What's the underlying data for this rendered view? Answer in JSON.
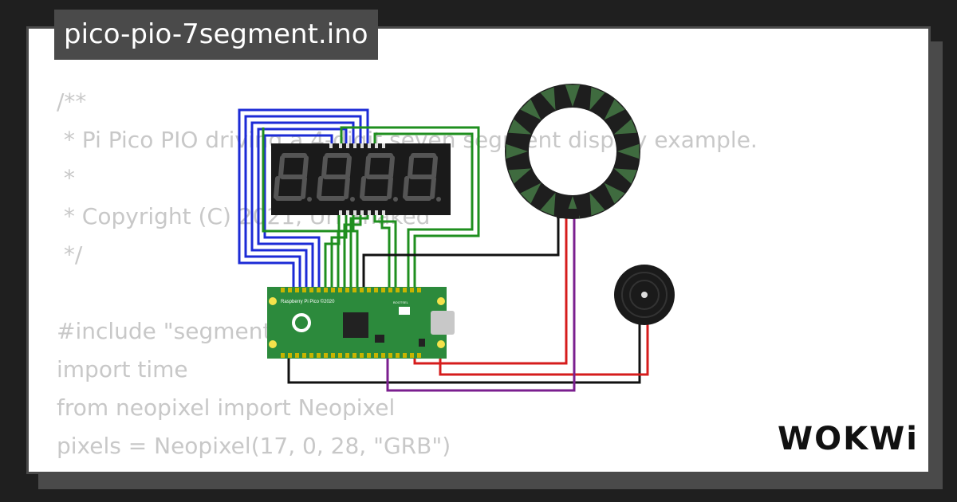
{
  "header": {
    "filename": "pico-pio-7segment.ino"
  },
  "code": {
    "lines": [
      "/**",
      " * Pi Pico PIO driving a 4-digit seven segment display example.",
      " *",
      " * Copyright (C) 2021, Uri Shaked",
      " */",
      "",
      "#include \"segment.pio.h\"",
      "import time",
      "from neopixel import Neopixel",
      "pixels = Neopixel(17, 0, 28, \"GRB\")"
    ]
  },
  "diagram": {
    "board_label": "Raspberry Pi Pico ©2020",
    "bootsel_label": "BOOTSEL",
    "seven_segment_digits": [
      "8.",
      "8.",
      "8.",
      "8."
    ],
    "colors": {
      "wire_blue": "#1c2bd6",
      "wire_green": "#1f8f1f",
      "wire_black": "#111111",
      "wire_red": "#d61c1c",
      "wire_purple": "#7b1f8f",
      "pcb_green": "#2c8a3c",
      "display_body": "#1a1a1a",
      "segment_unlit": "#555555",
      "ring_body": "#1e1e1e",
      "ring_led": "#3f6b3f"
    }
  },
  "brand": {
    "logo_text": "WOKWi"
  }
}
